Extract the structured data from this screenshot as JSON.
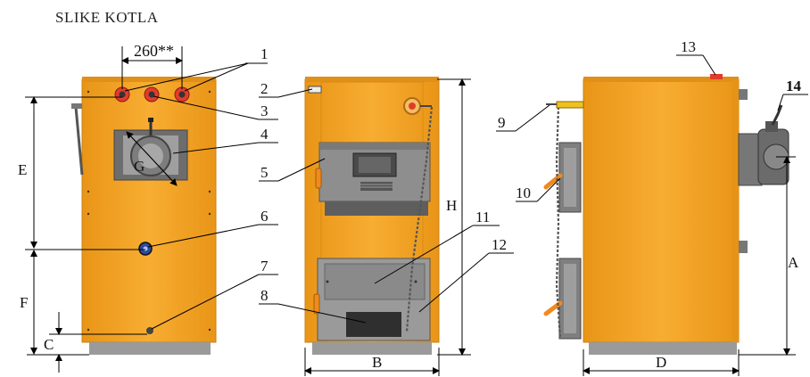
{
  "title": "SLIKE KOTLA",
  "dimension_note": "260**",
  "callouts": [
    "1",
    "2",
    "3",
    "4",
    "5",
    "6",
    "7",
    "8",
    "9",
    "10",
    "11",
    "12",
    "13",
    "14"
  ],
  "dimensions": {
    "a": "A",
    "b": "B",
    "c": "C",
    "d": "D",
    "e": "E",
    "f": "F",
    "g": "G",
    "h": "H"
  },
  "colors": {
    "body": "#f5a623",
    "body_edge": "#d98a10",
    "base": "#9a9a9a",
    "steel": "#8c8c8c",
    "steel_dark": "#555555",
    "handle": "#f08a1c",
    "connector_red": "#e23b2c",
    "connector_blue": "#2e4a9c",
    "line": "#000000"
  }
}
